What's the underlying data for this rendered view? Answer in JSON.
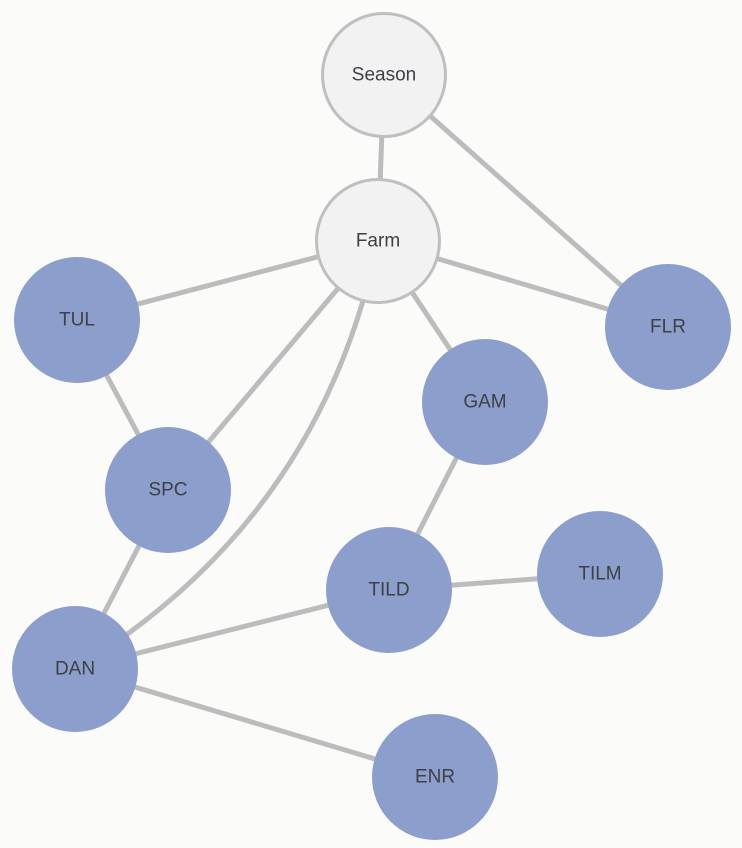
{
  "diagram": {
    "nodes": [
      {
        "id": "season",
        "label": "Season",
        "kind": "latent"
      },
      {
        "id": "farm",
        "label": "Farm",
        "kind": "latent"
      },
      {
        "id": "tul",
        "label": "TUL",
        "kind": "observed"
      },
      {
        "id": "flr",
        "label": "FLR",
        "kind": "observed"
      },
      {
        "id": "gam",
        "label": "GAM",
        "kind": "observed"
      },
      {
        "id": "spc",
        "label": "SPC",
        "kind": "observed"
      },
      {
        "id": "tild",
        "label": "TILD",
        "kind": "observed"
      },
      {
        "id": "tilm",
        "label": "TILM",
        "kind": "observed"
      },
      {
        "id": "dan",
        "label": "DAN",
        "kind": "observed"
      },
      {
        "id": "enr",
        "label": "ENR",
        "kind": "observed"
      }
    ],
    "edges": [
      {
        "from": "season",
        "to": "farm"
      },
      {
        "from": "season",
        "to": "flr"
      },
      {
        "from": "farm",
        "to": "tul"
      },
      {
        "from": "farm",
        "to": "flr"
      },
      {
        "from": "farm",
        "to": "gam"
      },
      {
        "from": "farm",
        "to": "spc"
      },
      {
        "from": "farm",
        "to": "dan"
      },
      {
        "from": "tul",
        "to": "spc"
      },
      {
        "from": "spc",
        "to": "dan"
      },
      {
        "from": "gam",
        "to": "tild"
      },
      {
        "from": "tild",
        "to": "tilm"
      },
      {
        "from": "tild",
        "to": "dan"
      },
      {
        "from": "dan",
        "to": "enr"
      }
    ],
    "colors": {
      "latent_fill": "#f2f2f3",
      "latent_stroke": "#bfbfbf",
      "observed_fill": "#8c9fcc",
      "edge": "#bcbcbc",
      "label": "#3f3f46",
      "background": "#fbfbfa"
    }
  }
}
